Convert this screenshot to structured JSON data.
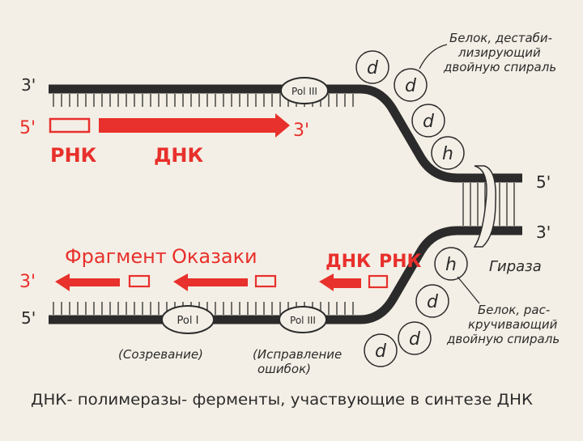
{
  "labels": {
    "top_left_3": "3'",
    "top_left_5": "5'",
    "top_right_3": "3'",
    "rnk_top": "РНК",
    "dnk_top": "ДНК",
    "right_5": "5'",
    "right_3": "3'",
    "fragment": "Фрагмент",
    "okazaki": "Оказаки",
    "dnk_mid": "ДНК",
    "rnk_mid": "РНК",
    "left_3": "3'",
    "left_5": "5'",
    "gyrase": "Гираза",
    "pol3_top": "Pol III",
    "pol1": "Pol I",
    "pol3_bottom": "Pol III",
    "maturation": "(Созревание)",
    "repair_line1": "(Исправление",
    "repair_line2": "ошибок)",
    "ssb_line1": "Белок, дестаби-",
    "ssb_line2": "лизирующий",
    "ssb_line3": "двойную спираль",
    "helicase_line1": "Белок, рас-",
    "helicase_line2": "кручивающий",
    "helicase_line3": "двойную спираль",
    "footer": "ДНК- полимеразы- ферменты, участвующие в синтезе ДНК"
  },
  "circles": {
    "d": "d",
    "h": "h"
  },
  "colors": {
    "ink": "#2b2b2b",
    "red": "#e8302c",
    "paper": "#f4efe6"
  }
}
